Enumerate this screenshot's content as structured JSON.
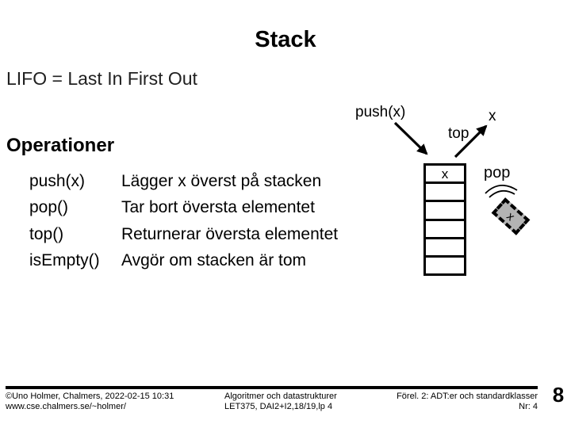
{
  "slide": {
    "title": "Stack",
    "subtitle": "LIFO = Last In First Out",
    "section_heading": "Operationer"
  },
  "operations": [
    {
      "name": "push(x)",
      "description": "Lägger x överst på stacken"
    },
    {
      "name": "pop()",
      "description": "Tar bort översta elementet"
    },
    {
      "name": "top()",
      "description": "Returnerar översta elementet"
    },
    {
      "name": "isEmpty()",
      "description": "Avgör om stacken är tom"
    }
  ],
  "diagram": {
    "push_label": "push(x)",
    "out_value_label": "x",
    "top_label": "top",
    "pop_label": "pop",
    "popped_value": "x",
    "stack": {
      "cells": [
        "x",
        "",
        "",
        "",
        "",
        ""
      ]
    }
  },
  "footer": {
    "left_line1": "©Uno Holmer, Chalmers, 2022-02-15 10:31",
    "left_line2": "www.cse.chalmers.se/~holmer/",
    "center_line1": "Algoritmer och datastrukturer",
    "center_line2": "LET375, DAI2+I2,18/19,lp 4",
    "right_line1": "Förel. 2: ADT:er och standardklasser",
    "right_line2": "Nr: 4",
    "page_number": "8"
  },
  "colors": {
    "text": "#000000",
    "popped_fill": "#b3b3b3",
    "background": "#ffffff"
  }
}
